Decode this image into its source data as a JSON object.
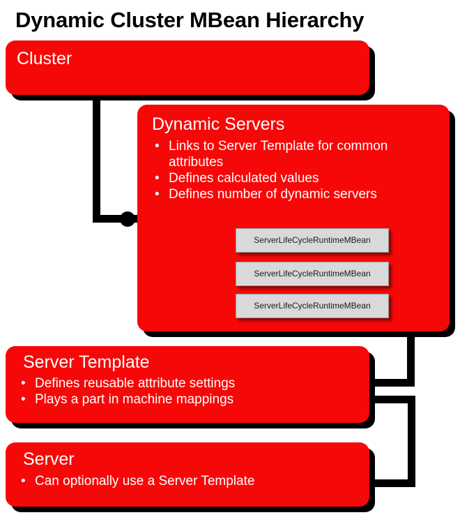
{
  "title": "Dynamic Cluster MBean Hierarchy",
  "colors": {
    "node_fill": "#f70808",
    "node_text": "#ffffff",
    "chip_fill": "#d9d9d9",
    "chip_text": "#1a1a1a",
    "connector": "#000000",
    "background": "#ffffff"
  },
  "nodes": {
    "cluster": {
      "title": "Cluster",
      "bullets": []
    },
    "dynamic_servers": {
      "title": "Dynamic Servers",
      "bullets": [
        "Links to Server Template for common attributes",
        "Defines calculated values",
        "Defines number of dynamic servers"
      ],
      "mbeans": [
        "ServerLifeCycleRuntimeMBean",
        "ServerLifeCycleRuntimeMBean",
        "ServerLifeCycleRuntimeMBean"
      ]
    },
    "server_template": {
      "title": "Server Template",
      "bullets": [
        "Defines reusable attribute settings",
        "Plays a part in machine mappings"
      ]
    },
    "server": {
      "title": "Server",
      "bullets": [
        "Can optionally use a Server Template"
      ]
    }
  },
  "bullet_glyph": "•"
}
